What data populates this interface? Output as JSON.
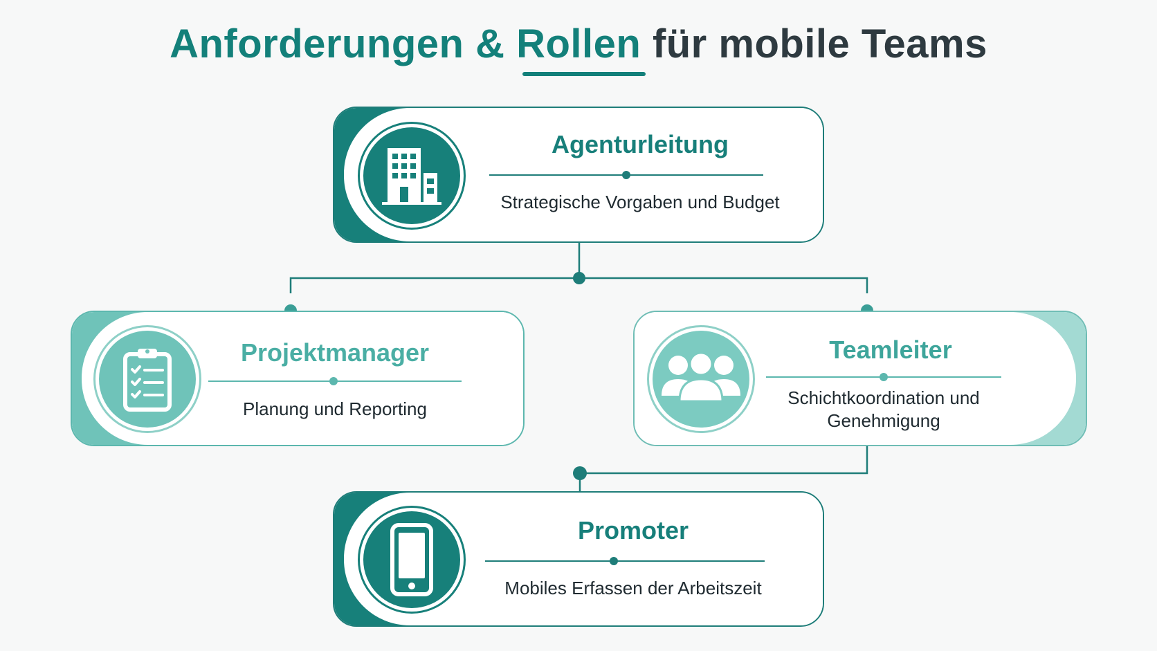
{
  "title": {
    "part1": "Anforderungen & Rollen",
    "part2": "für mobile Teams"
  },
  "colors": {
    "primary": "#17807a",
    "light": "#6fc3b9",
    "pale": "#a3dad3",
    "text": "#2e3a40"
  },
  "roles": {
    "agency": {
      "title": "Agenturleitung",
      "description": "Strategische Vorgaben und Budget",
      "icon": "building-icon"
    },
    "project": {
      "title": "Projektmanager",
      "description": "Planung und Reporting",
      "icon": "clipboard-checklist-icon"
    },
    "team": {
      "title": "Teamleiter",
      "description": "Schichtkoordination und Genehmigung",
      "icon": "group-icon"
    },
    "promoter": {
      "title": "Promoter",
      "description": "Mobiles Erfassen der Arbeitszeit",
      "icon": "smartphone-icon"
    }
  }
}
